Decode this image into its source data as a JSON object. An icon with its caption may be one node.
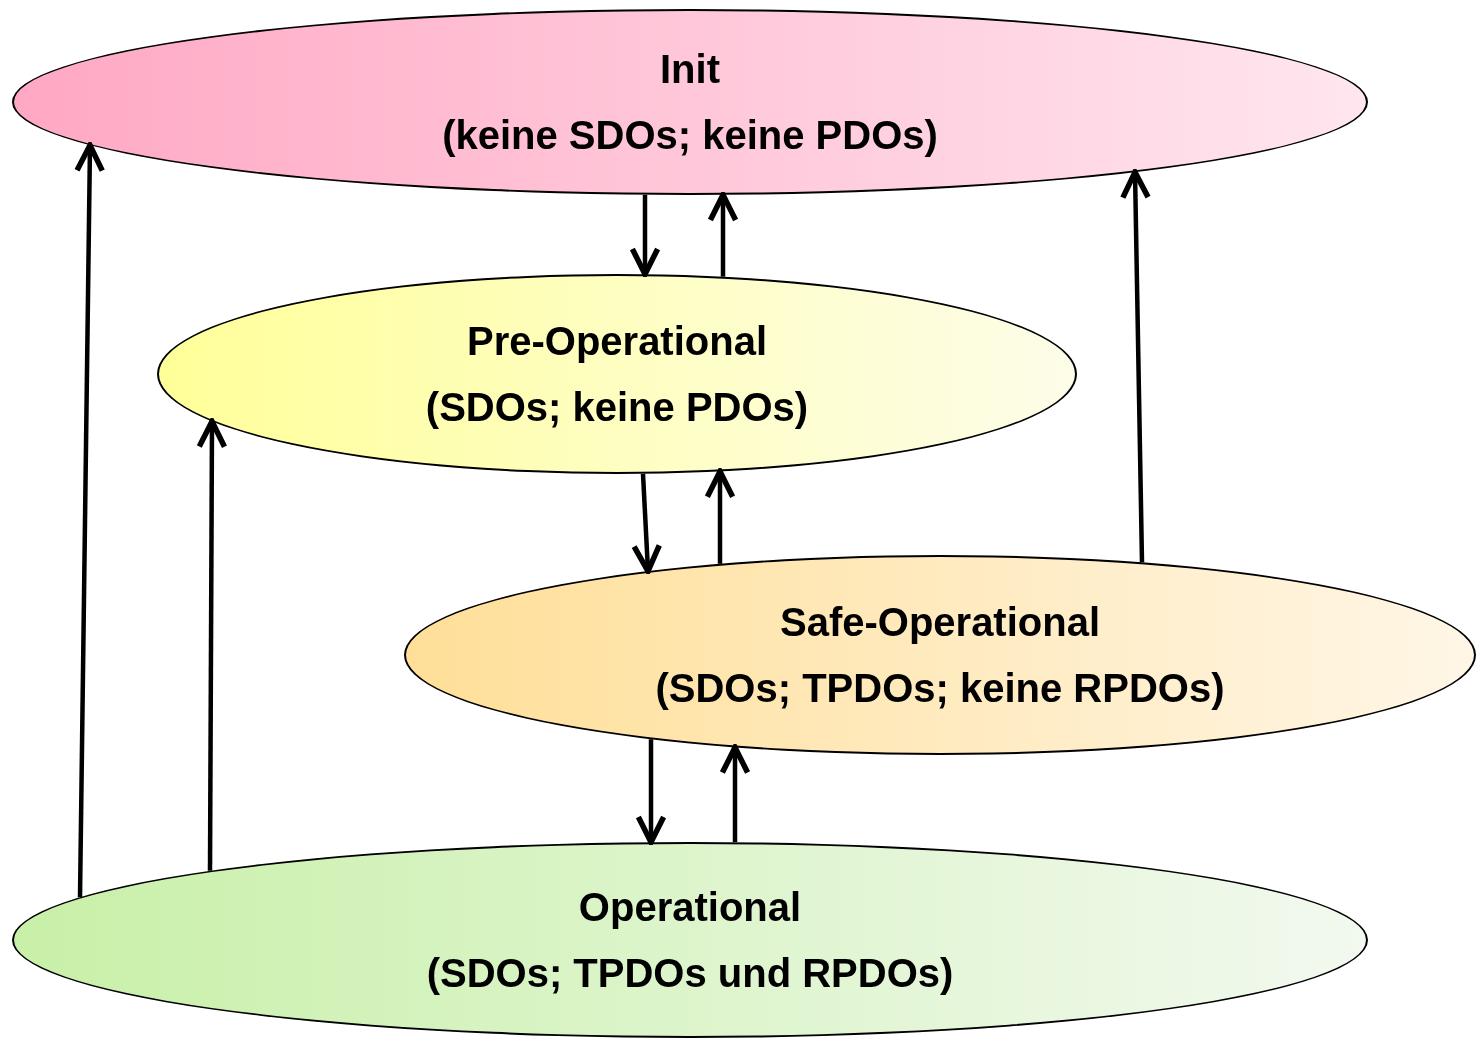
{
  "diagram": {
    "nodes": [
      {
        "text": [
          "Init",
          "(keine SDOs; keine PDOs)"
        ]
      },
      {
        "text": [
          "Pre-Operational",
          "(SDOs; keine PDOs)"
        ]
      },
      {
        "text": [
          "Safe-Operational",
          "(SDOs; TPDOs; keine RPDOs)"
        ]
      },
      {
        "text": [
          "Operational",
          "(SDOs; TPDOs und RPDOs)"
        ]
      }
    ],
    "edges": [
      {
        "from": 0,
        "to": 1,
        "arrow": "to"
      },
      {
        "from": 1,
        "to": 0,
        "arrow": "to"
      },
      {
        "from": 1,
        "to": 2,
        "arrow": "to"
      },
      {
        "from": 2,
        "to": 1,
        "arrow": "to"
      },
      {
        "from": 2,
        "to": 3,
        "arrow": "to"
      },
      {
        "from": 3,
        "to": 2,
        "arrow": "to"
      },
      {
        "from": 3,
        "to": 0,
        "arrow": "to"
      },
      {
        "from": 3,
        "to": 1,
        "arrow": "to"
      },
      {
        "from": 2,
        "to": 0,
        "arrow": "to"
      }
    ]
  }
}
